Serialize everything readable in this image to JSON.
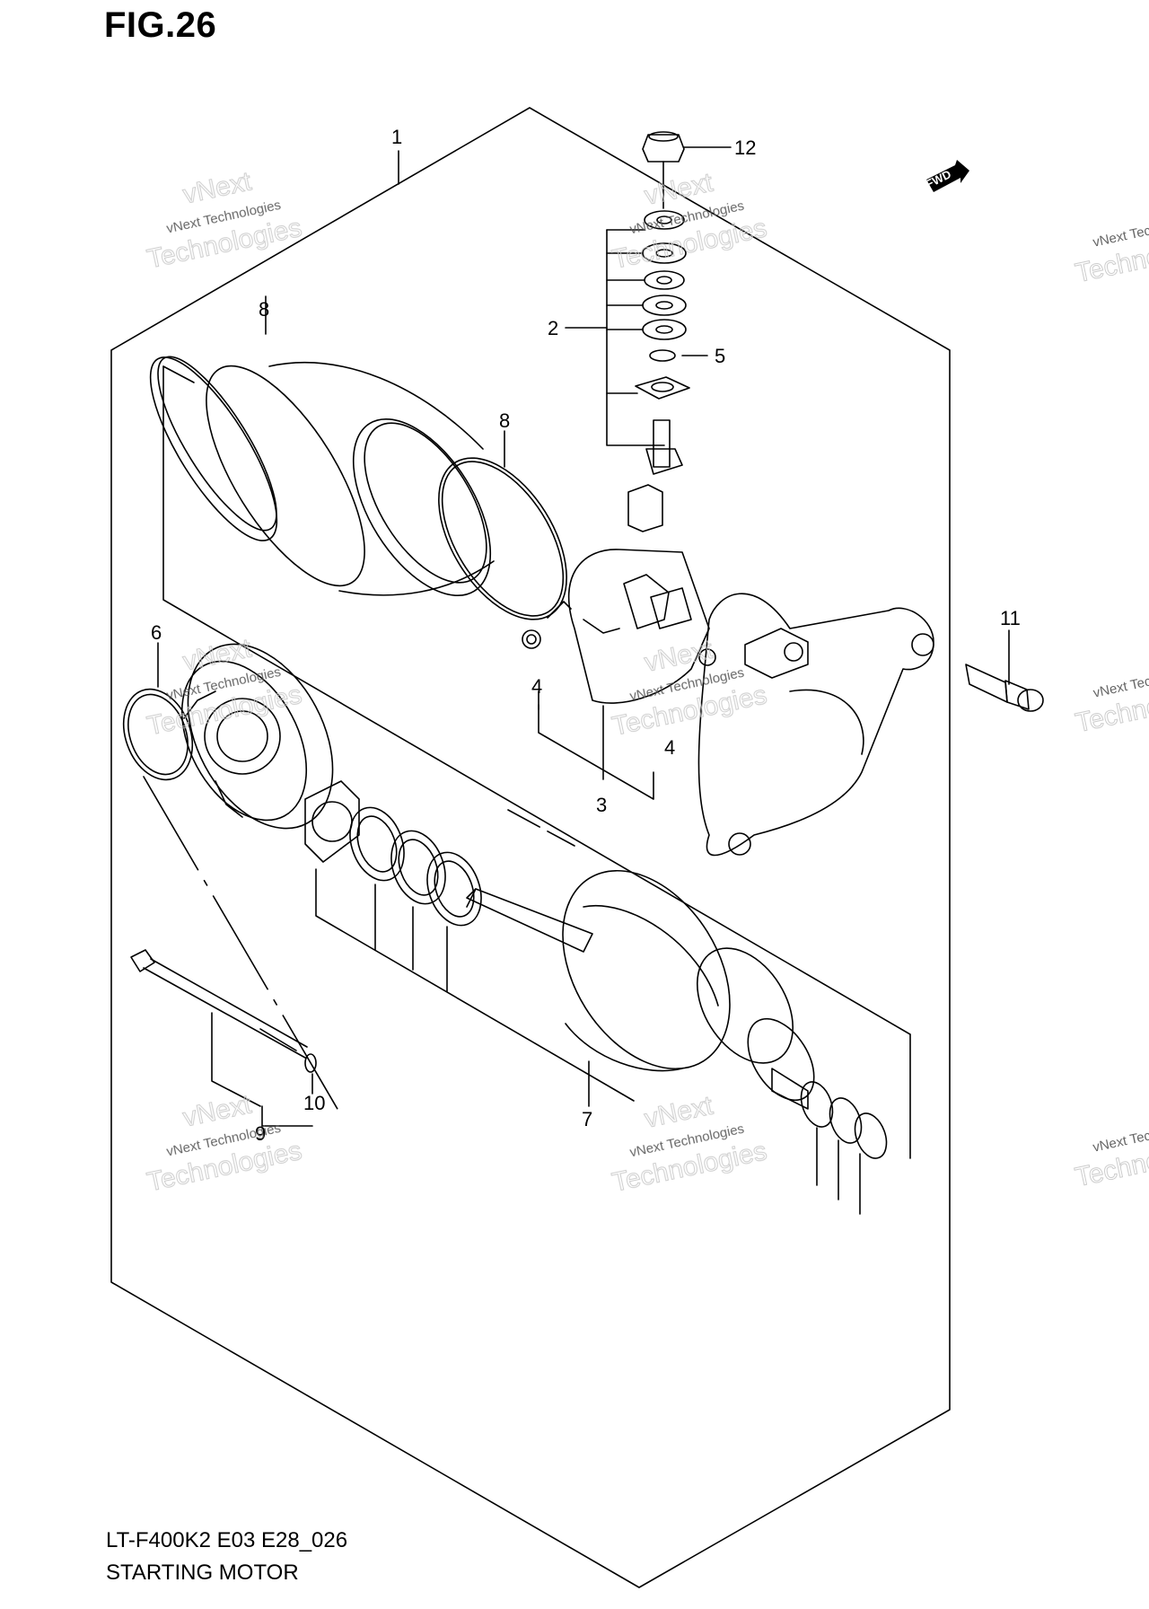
{
  "figure": {
    "title": "FIG.26",
    "model_code": "LT-F400K2 E03 E28_026",
    "caption": "STARTING MOTOR"
  },
  "orientation_marker": "FWD",
  "callouts": [
    "1",
    "2",
    "3",
    "4",
    "4",
    "5",
    "6",
    "7",
    "8",
    "8",
    "9",
    "10",
    "11",
    "12"
  ],
  "watermark": {
    "line1": "vNext",
    "line2": "vNext Technologies",
    "line3": "Technologies",
    "line_partial": "vNext Technologi",
    "line_partial_big": "Technolo"
  },
  "colors": {
    "ink": "#000000",
    "watermark": "#c8c8c8",
    "paper": "#ffffff"
  }
}
